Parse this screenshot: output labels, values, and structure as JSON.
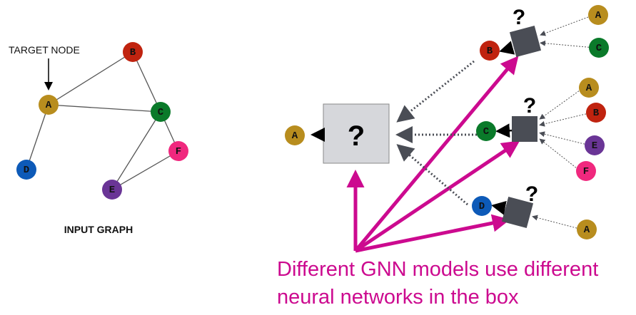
{
  "input_graph": {
    "title": "INPUT GRAPH",
    "target_label": "TARGET NODE",
    "nodes": [
      {
        "id": "A",
        "color": "#b88d1e"
      },
      {
        "id": "B",
        "color": "#c0230f"
      },
      {
        "id": "C",
        "color": "#0a7a2a"
      },
      {
        "id": "D",
        "color": "#0d5ab8"
      },
      {
        "id": "E",
        "color": "#6a3596"
      },
      {
        "id": "F",
        "color": "#f0287e"
      }
    ],
    "edges": [
      [
        "A",
        "B"
      ],
      [
        "A",
        "C"
      ],
      [
        "B",
        "C"
      ],
      [
        "A",
        "D"
      ],
      [
        "C",
        "E"
      ],
      [
        "C",
        "F"
      ],
      [
        "E",
        "F"
      ]
    ]
  },
  "computation_graph": {
    "root": "A",
    "box_label": "?",
    "layer1": [
      {
        "node": "B",
        "box_label": "?",
        "neighbors": [
          "A",
          "C"
        ]
      },
      {
        "node": "C",
        "box_label": "?",
        "neighbors": [
          "A",
          "B",
          "E",
          "F"
        ]
      },
      {
        "node": "D",
        "box_label": "?",
        "neighbors": [
          "A"
        ]
      }
    ]
  },
  "caption": {
    "line1": "Different GNN models use different",
    "line2": "neural networks in the box",
    "color": "#cc0a8f"
  }
}
